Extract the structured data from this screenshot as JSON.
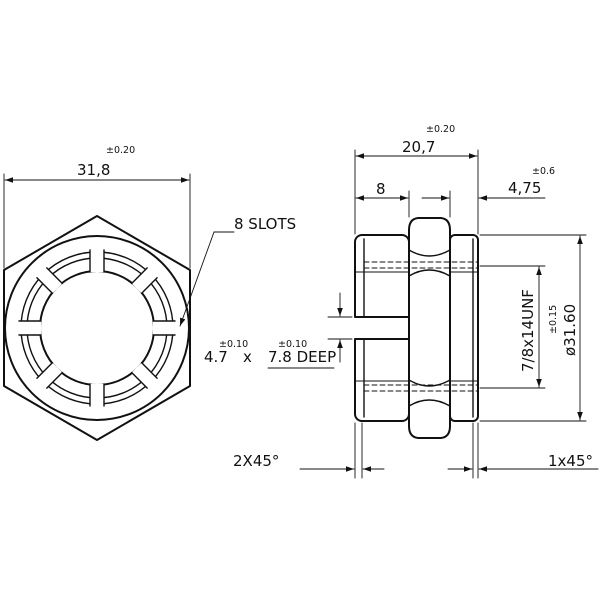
{
  "front_view": {
    "width_dim": "31,8",
    "width_tol": "±0.20",
    "slots_label": "8 SLOTS"
  },
  "slot": {
    "width": "4.7",
    "width_tol": "±0.10",
    "times": "x",
    "depth": "7.8 DEEP",
    "depth_tol": "±0.10"
  },
  "side_view": {
    "overall_length": "20,7",
    "overall_tol": "±0.20",
    "hub_length": "8",
    "flange_length": "4,75",
    "flange_tol": "±0.6",
    "thread": "7/8x14UNF",
    "thread_tol": "±0.15",
    "outer_dia": "ø31.60",
    "chamfer_left": "2X45°",
    "chamfer_right": "1x45°"
  }
}
